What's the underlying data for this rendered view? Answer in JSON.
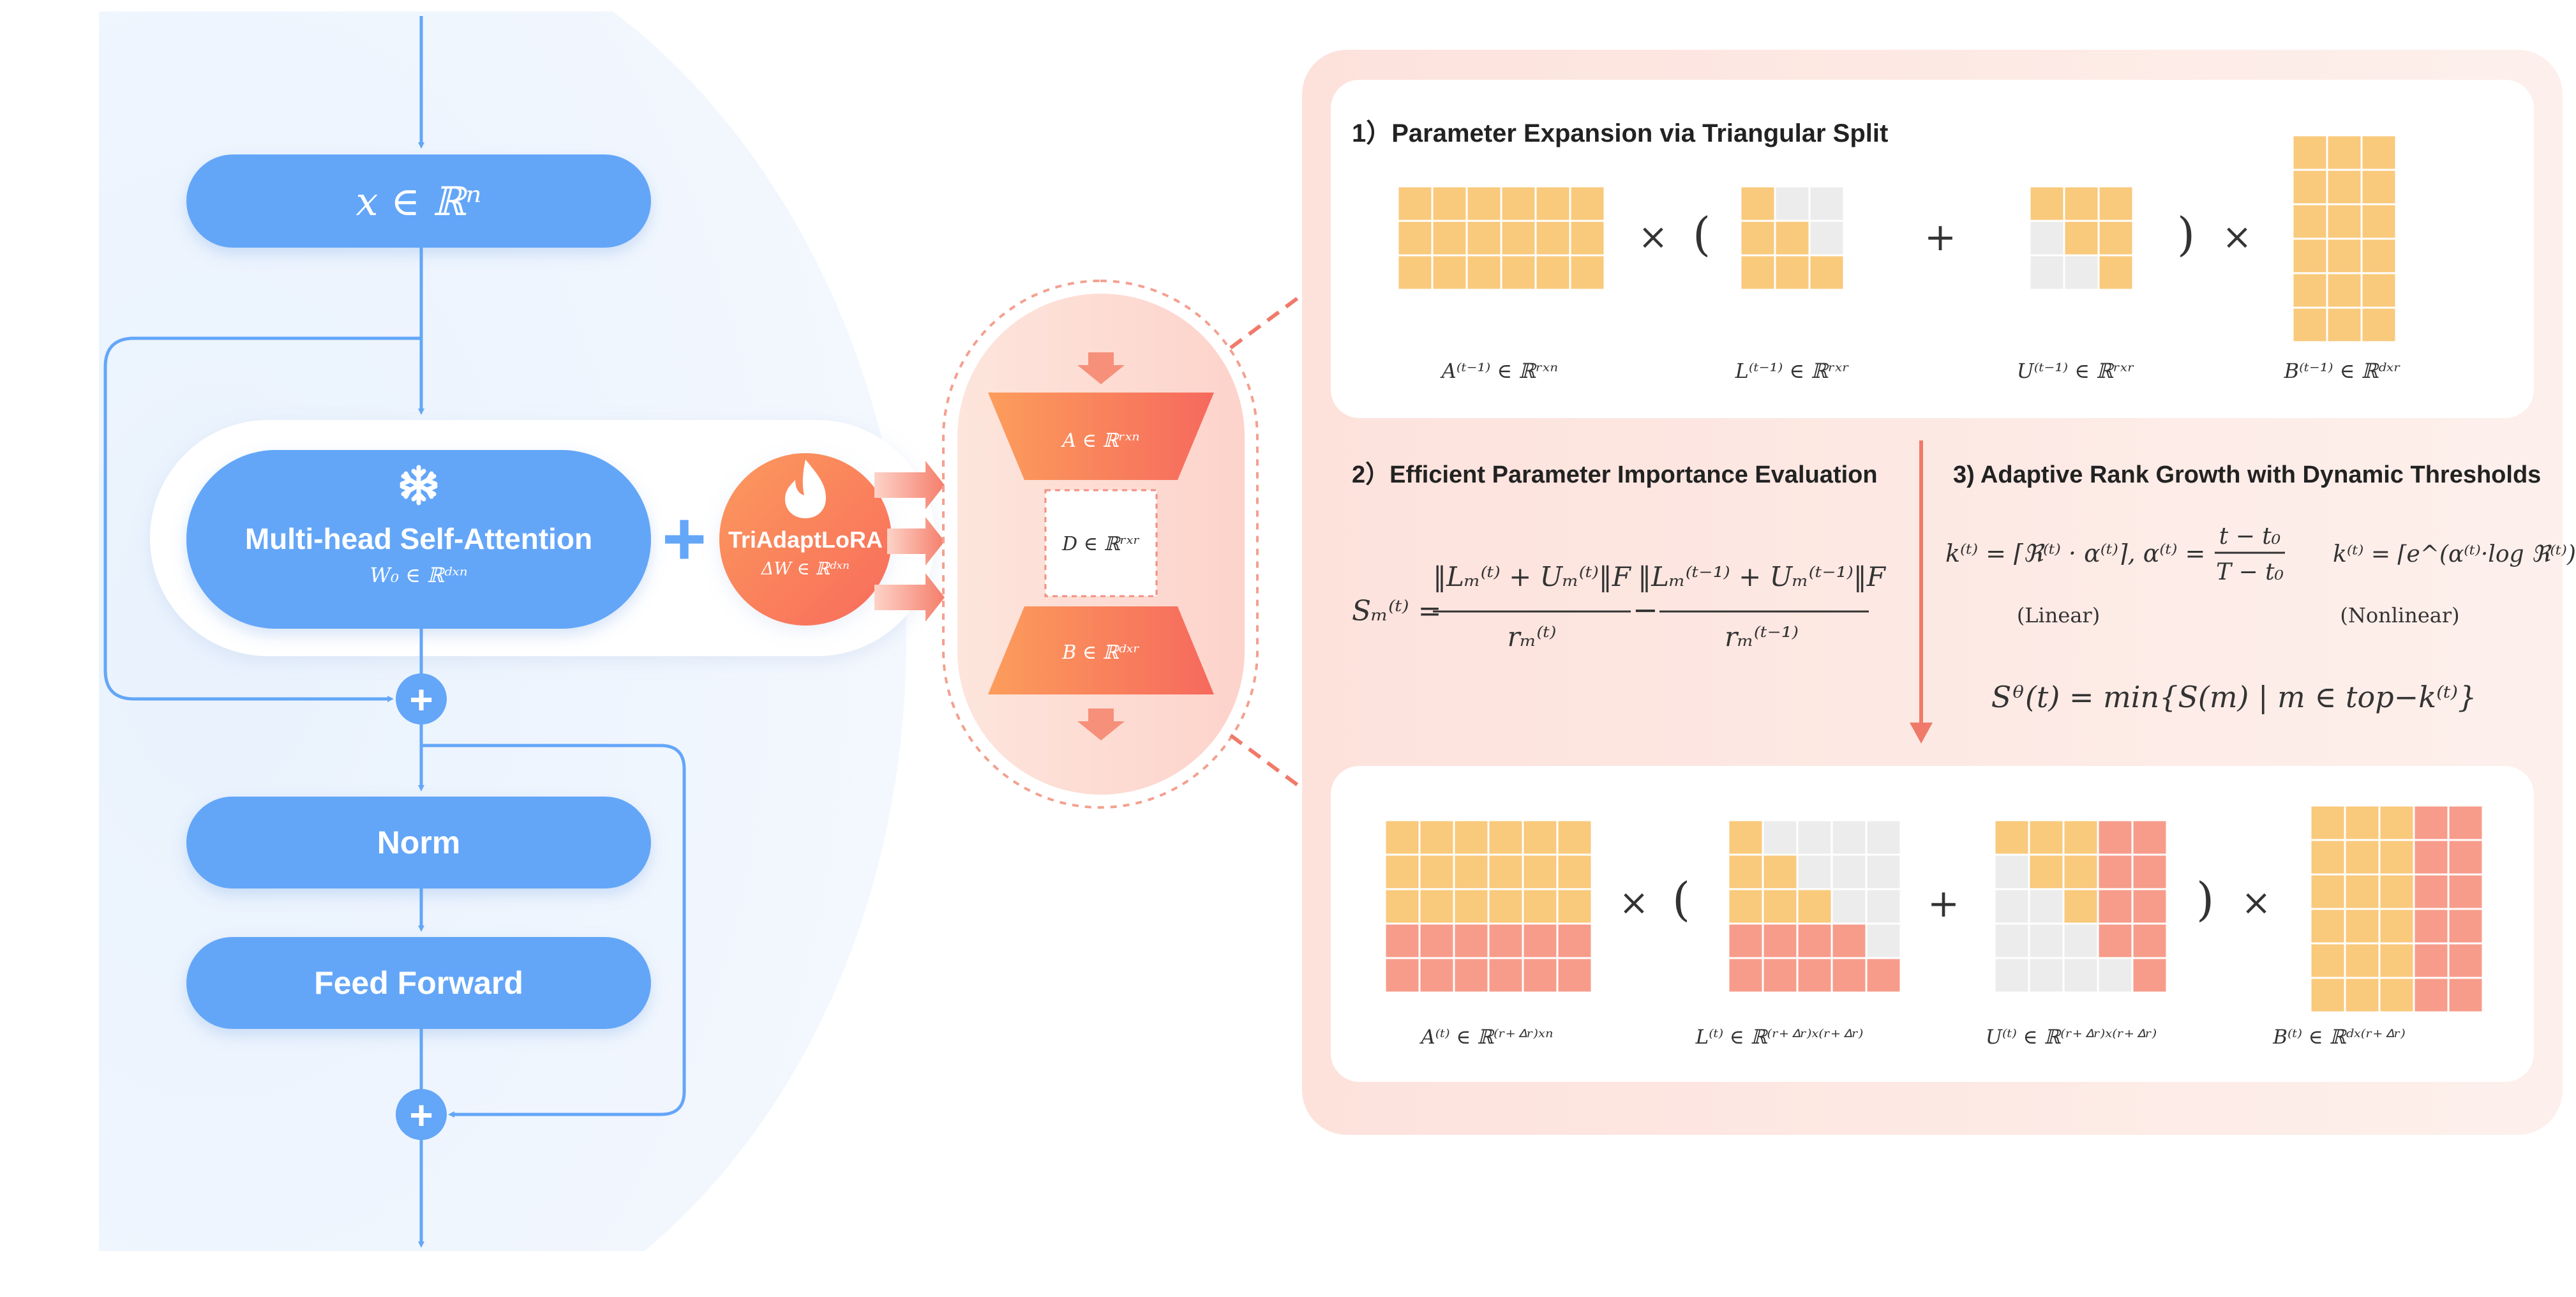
{
  "left": {
    "input_label": "𝑥 ∈ ℝⁿ",
    "attention_label": "Multi-head Self-Attention",
    "attention_sub": "W₀ ∈ ℝᵈˣⁿ",
    "plus_sign": "+",
    "tri_label": "TriAdaptLoRA",
    "tri_sub": "ΔW ∈ ℝᵈˣⁿ",
    "norm_label": "Norm",
    "ff_label": "Feed Forward",
    "add_symbol": "+"
  },
  "middle": {
    "a_label": "A ∈ ℝʳˣⁿ",
    "d_label": "D ∈ ℝʳˣʳ",
    "b_label": "B ∈ ℝᵈˣʳ"
  },
  "panel1": {
    "title": "1）Parameter Expansion via Triangular Split",
    "times": "×",
    "open_paren": "(",
    "plus": "+",
    "close_paren": ")",
    "labels": [
      "A⁽ᵗ⁻¹⁾ ∈ ℝʳˣⁿ",
      "L⁽ᵗ⁻¹⁾ ∈ ℝʳˣʳ",
      "U⁽ᵗ⁻¹⁾ ∈ ℝʳˣʳ",
      "B⁽ᵗ⁻¹⁾ ∈ ℝᵈˣʳ"
    ]
  },
  "panel2": {
    "title": "2）Efficient Parameter Importance Evaluation",
    "lhs": "Sₘ⁽ᵗ⁾ =",
    "num1": "‖Lₘ⁽ᵗ⁾ + Uₘ⁽ᵗ⁾‖F",
    "den1": "rₘ⁽ᵗ⁾",
    "minus": "−",
    "num2": "‖Lₘ⁽ᵗ⁻¹⁾ + Uₘ⁽ᵗ⁻¹⁾‖F",
    "den2": "rₘ⁽ᵗ⁻¹⁾"
  },
  "panel3": {
    "title": "3) Adaptive Rank Growth with Dynamic Thresholds",
    "linear_formula": "k⁽ᵗ⁾ = ⌈ℜ⁽ᵗ⁾ · α⁽ᵗ⁾⌉, α⁽ᵗ⁾ =",
    "alpha_num": "t − t₀",
    "alpha_den": "T − t₀",
    "nonlinear_formula": "k⁽ᵗ⁾ = ⌈e^(α⁽ᵗ⁾·log ℜ⁽ᵗ⁾)⌉",
    "linear_tag": "(Linear)",
    "nonlinear_tag": "(Nonlinear)",
    "threshold": "Sᶿ(t) = min{S(m) | m ∈ top−k⁽ᵗ⁾}"
  },
  "panel4": {
    "times": "×",
    "open_paren": "(",
    "plus": "+",
    "close_paren": ")",
    "labels": [
      "A⁽ᵗ⁾ ∈ ℝ⁽ʳ⁺ᐞʳ⁾ˣⁿ",
      "L⁽ᵗ⁾ ∈ ℝ⁽ʳ⁺ᐞʳ⁾ˣ⁽ʳ⁺ᐞʳ⁾",
      "U⁽ᵗ⁾ ∈ ℝ⁽ʳ⁺ᐞʳ⁾ˣ⁽ʳ⁺ᐞʳ⁾",
      "B⁽ᵗ⁾ ∈ ℝᵈˣ⁽ʳ⁺ᐞʳ⁾"
    ]
  },
  "colors": {
    "blue": "#64a6f8",
    "blue_dark": "#4f95ec",
    "orange": "#f9c97c",
    "coral": "#f79c8b",
    "gray": "#ececec",
    "red_arrow": "#f07a6a"
  }
}
